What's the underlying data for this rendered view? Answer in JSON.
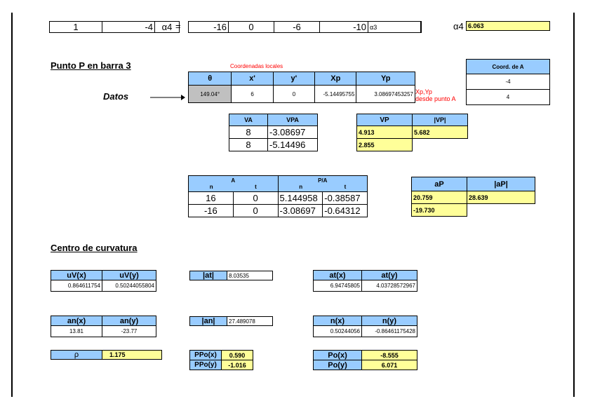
{
  "top_row": {
    "cells": [
      "1",
      "-4",
      "α4",
      "=",
      "-16",
      "0",
      "-6",
      "-10"
    ],
    "alpha3": "α3",
    "alpha4_label": "α4",
    "alpha4_value": "6.063"
  },
  "punto_p": {
    "title": "Punto P en barra 3",
    "coord_locales_label": "Coordenadas locales",
    "datos_label": "Datos",
    "headers": [
      "θ",
      "x'",
      "y'",
      "Xp",
      "Yp"
    ],
    "values": [
      "149.04°",
      "6",
      "0",
      "-5.14495755",
      "3.08697453257"
    ],
    "xp_yp_note_line1": "Xp,Yp",
    "xp_yp_note_line2": "desde punto A",
    "coord_a": {
      "header": "Coord. de A",
      "x": "-4",
      "y": "4"
    }
  },
  "velocities": {
    "va_header": "VA",
    "vpa_header": "VPA",
    "va": [
      "8",
      "8"
    ],
    "vpa": [
      "-3.08697",
      "-5.14496"
    ],
    "vp_header": "VP",
    "vp_abs_header": "|VP|",
    "vp": [
      "4.913",
      "2.855"
    ],
    "vp_abs": "5.682"
  },
  "accelerations": {
    "a_header": "A",
    "pa_header": "P/A",
    "n_label": "n",
    "t_label": "t",
    "rows": [
      [
        "16",
        "0",
        "5.144958",
        "-0.38587"
      ],
      [
        "-16",
        "0",
        "-3.08697",
        "-0.64312"
      ]
    ],
    "ap_header": "aP",
    "ap_abs_header": "|aP|",
    "ap": [
      "20.759",
      "-19.730"
    ],
    "ap_abs": "28.639"
  },
  "centro": {
    "title": "Centro de curvatura",
    "uv_headers": [
      "uV(x)",
      "uV(y)"
    ],
    "uv_values": [
      "0.864611754",
      "0.50244055804"
    ],
    "at_abs_label": "|at|",
    "at_abs_value": "8.03535",
    "at_headers": [
      "at(x)",
      "at(y)"
    ],
    "at_values": [
      "6.94745805",
      "4.03728572967"
    ],
    "an_headers": [
      "an(x)",
      "an(y)"
    ],
    "an_values": [
      "13.81",
      "-23.77"
    ],
    "an_abs_label": "|an|",
    "an_abs_value": "27.489078",
    "n_headers": [
      "n(x)",
      "n(y)"
    ],
    "n_values": [
      "0.50244056",
      "-0.86461175428"
    ],
    "rho_label": "ρ",
    "rho_value": "1.175",
    "ppo_labels": [
      "PPo(x)",
      "PPo(y)"
    ],
    "ppo_values": [
      "0.590",
      "-1.016"
    ],
    "po_labels": [
      "Po(x)",
      "Po(y)"
    ],
    "po_values": [
      "-8.555",
      "6.071"
    ]
  }
}
